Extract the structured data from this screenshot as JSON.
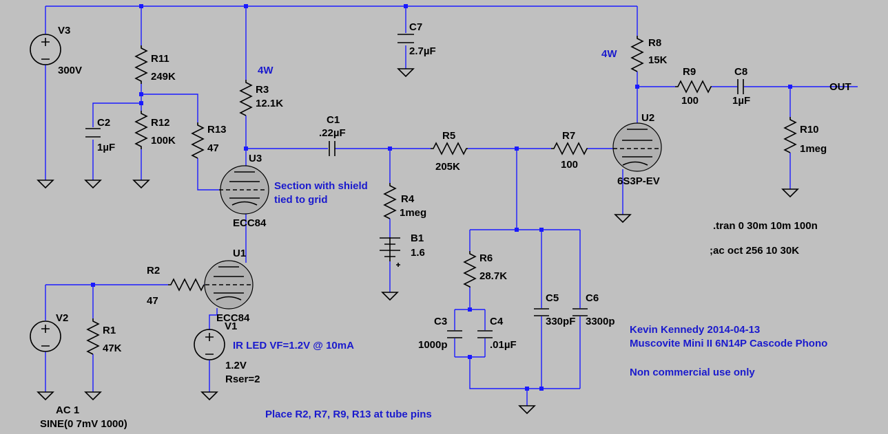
{
  "components": {
    "V3": {
      "name": "V3",
      "value": "300V"
    },
    "V2": {
      "name": "V2",
      "value": "AC 1",
      "spec": "SINE(0 7mV 1000)"
    },
    "V1": {
      "name": "V1",
      "value": "1.2V",
      "spec": "Rser=2"
    },
    "R1": {
      "name": "R1",
      "value": "47K"
    },
    "R2": {
      "name": "R2",
      "value": "47"
    },
    "R3": {
      "name": "R3",
      "value": "12.1K",
      "power": "4W"
    },
    "R4": {
      "name": "R4",
      "value": "1meg"
    },
    "R5": {
      "name": "R5",
      "value": "205K"
    },
    "R6": {
      "name": "R6",
      "value": "28.7K"
    },
    "R7": {
      "name": "R7",
      "value": "100"
    },
    "R8": {
      "name": "R8",
      "value": "15K",
      "power": "4W"
    },
    "R9": {
      "name": "R9",
      "value": "100"
    },
    "R10": {
      "name": "R10",
      "value": "1meg"
    },
    "R11": {
      "name": "R11",
      "value": "249K"
    },
    "R12": {
      "name": "R12",
      "value": "100K"
    },
    "R13": {
      "name": "R13",
      "value": "47"
    },
    "C1": {
      "name": "C1",
      "value": ".22µF"
    },
    "C2": {
      "name": "C2",
      "value": "1µF"
    },
    "C3": {
      "name": "C3",
      "value": "1000p"
    },
    "C4": {
      "name": "C4",
      "value": ".01µF"
    },
    "C5": {
      "name": "C5",
      "value": "330pF"
    },
    "C6": {
      "name": "C6",
      "value": "3300p"
    },
    "C7": {
      "name": "C7",
      "value": "2.7µF"
    },
    "C8": {
      "name": "C8",
      "value": "1µF"
    },
    "B1": {
      "name": "B1",
      "value": "1.6"
    },
    "U1": {
      "name": "U1",
      "model": "ECC84"
    },
    "U2": {
      "name": "U2",
      "model": "6S3P-EV"
    },
    "U3": {
      "name": "U3",
      "model": "ECC84"
    }
  },
  "labels": {
    "out": "OUT",
    "tran": ".tran 0 30m 10m 100n",
    "ac": ";ac oct 256 10 30K",
    "shield_note_1": "Section with shield",
    "shield_note_2": "tied to grid",
    "led_note": "IR LED VF=1.2V @ 10mA",
    "author": "Kevin Kennedy 2014-04-13",
    "project": "Muscovite Mini II 6N14P Cascode Phono",
    "license": "Non commercial use only",
    "placement": "Place R2, R7, R9, R13 at tube pins"
  },
  "colors": {
    "background": "#c0c0c0",
    "wire": "#1a1aff",
    "part": "#000000",
    "comment": "#1a1acd"
  }
}
